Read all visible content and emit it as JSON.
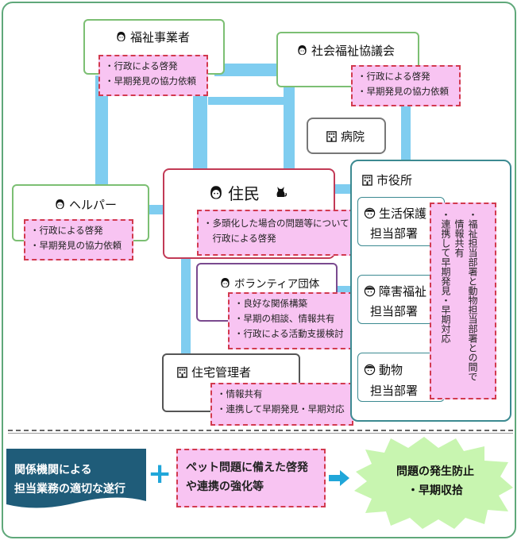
{
  "nodes": {
    "fukushi_jigyosha": {
      "label": "福祉事業者",
      "items": [
        "・行政による啓発",
        "・早期発見の協力依頼"
      ]
    },
    "shakai_fukushi": {
      "label": "社会福祉協議会",
      "items": [
        "・行政による啓発",
        "・早期発見の協力依頼"
      ]
    },
    "byoin": {
      "label": "病院"
    },
    "helper": {
      "label": "ヘルパー",
      "items": [
        "・行政による啓発",
        "・早期発見の協力依頼"
      ]
    },
    "jumin": {
      "label": "住民",
      "items": [
        "・多頭化した場合の問題等について",
        "　行政による啓発"
      ]
    },
    "volunteer": {
      "label": "ボランティア団体",
      "items": [
        "・良好な関係構築",
        "・早期の相談、情報共有",
        "・行政による活動支援検討"
      ]
    },
    "jutaku": {
      "label": "住宅管理者",
      "items": [
        "・情報共有",
        "・連携して早期発見・早期対応"
      ]
    },
    "shiyakusho": {
      "label": "市役所",
      "departments": [
        {
          "line1": "生活保護",
          "line2": "担当部署"
        },
        {
          "line1": "障害福祉",
          "line2": "担当部署"
        },
        {
          "line1": "動物",
          "line2": "担当部署"
        }
      ],
      "note": [
        "・福祉担当部署と動物担当部署との間で",
        "　情報共有",
        "・連携して早期発見・早期対応"
      ]
    }
  },
  "bottom": {
    "left": [
      "関係機関による",
      "担当業務の適切な遂行"
    ],
    "plus": "+",
    "middle": [
      "ペット問題に備えた啓発",
      "や連携の強化等"
    ],
    "right": [
      "問題の発生防止",
      "・早期収拾"
    ]
  },
  "colors": {
    "line": "#7fcdf0",
    "pink": "#f8c4f2",
    "red": "#d23a4f",
    "navy": "#1f5c79",
    "lightgreen": "#c8f5b0"
  }
}
